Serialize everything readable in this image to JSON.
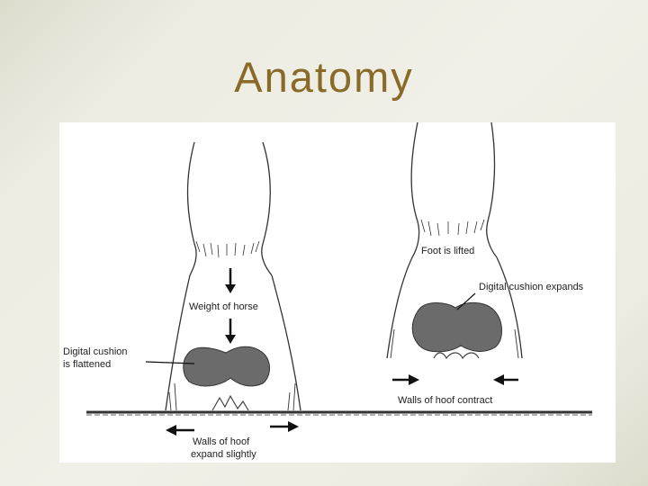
{
  "slide": {
    "title": "Anatomy"
  },
  "diagram": {
    "left_panel": {
      "weight_label": "Weight of horse",
      "cushion_label_line1": "Digital cushion",
      "cushion_label_line2": "is flattened",
      "walls_label_line1": "Walls of hoof",
      "walls_label_line2": "expand slightly"
    },
    "right_panel": {
      "lifted_label": "Foot is lifted",
      "cushion_label": "Digital cushion expands",
      "walls_label": "Walls of hoof contract"
    }
  }
}
